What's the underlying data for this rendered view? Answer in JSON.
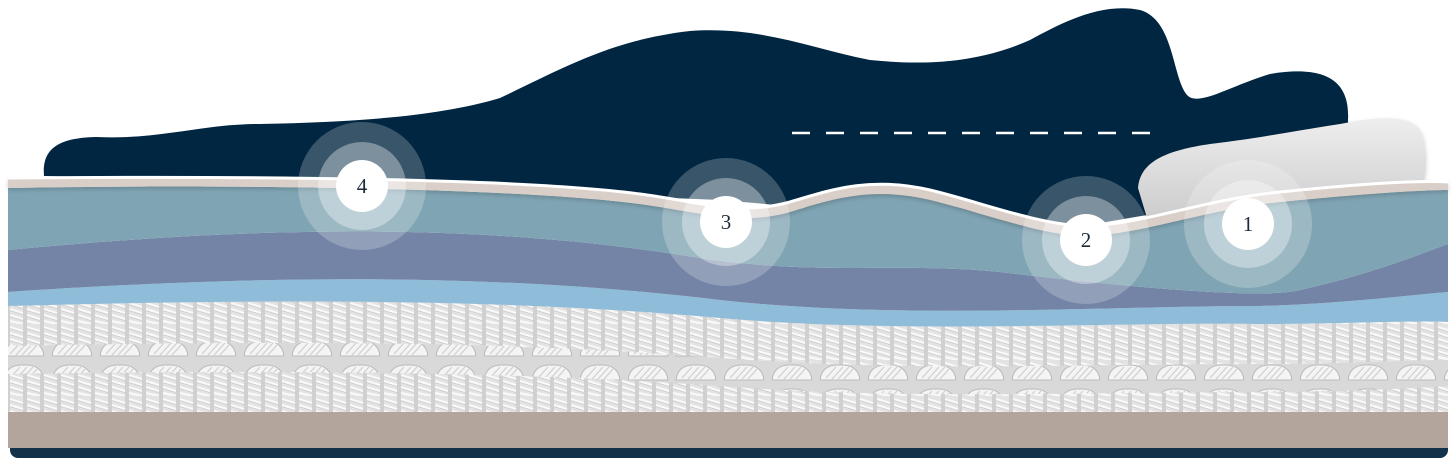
{
  "colors": {
    "body": "#002641",
    "top_cover": "#d9cfc8",
    "comfort_layer": "#7fa4b3",
    "transition_layer": "#7384a6",
    "support_layer": "#8fbcd8",
    "coil_background": "#dedede",
    "base": "#b3a59b",
    "bottom_band": "#14314a",
    "pillow": "#dcdcdc",
    "marker_fill": "#ffffff",
    "dash": "#ffffff"
  },
  "markers": [
    {
      "id": "1",
      "label": "1",
      "zone": "head"
    },
    {
      "id": "2",
      "label": "2",
      "zone": "shoulders"
    },
    {
      "id": "3",
      "label": "3",
      "zone": "hips"
    },
    {
      "id": "4",
      "label": "4",
      "zone": "legs"
    }
  ]
}
